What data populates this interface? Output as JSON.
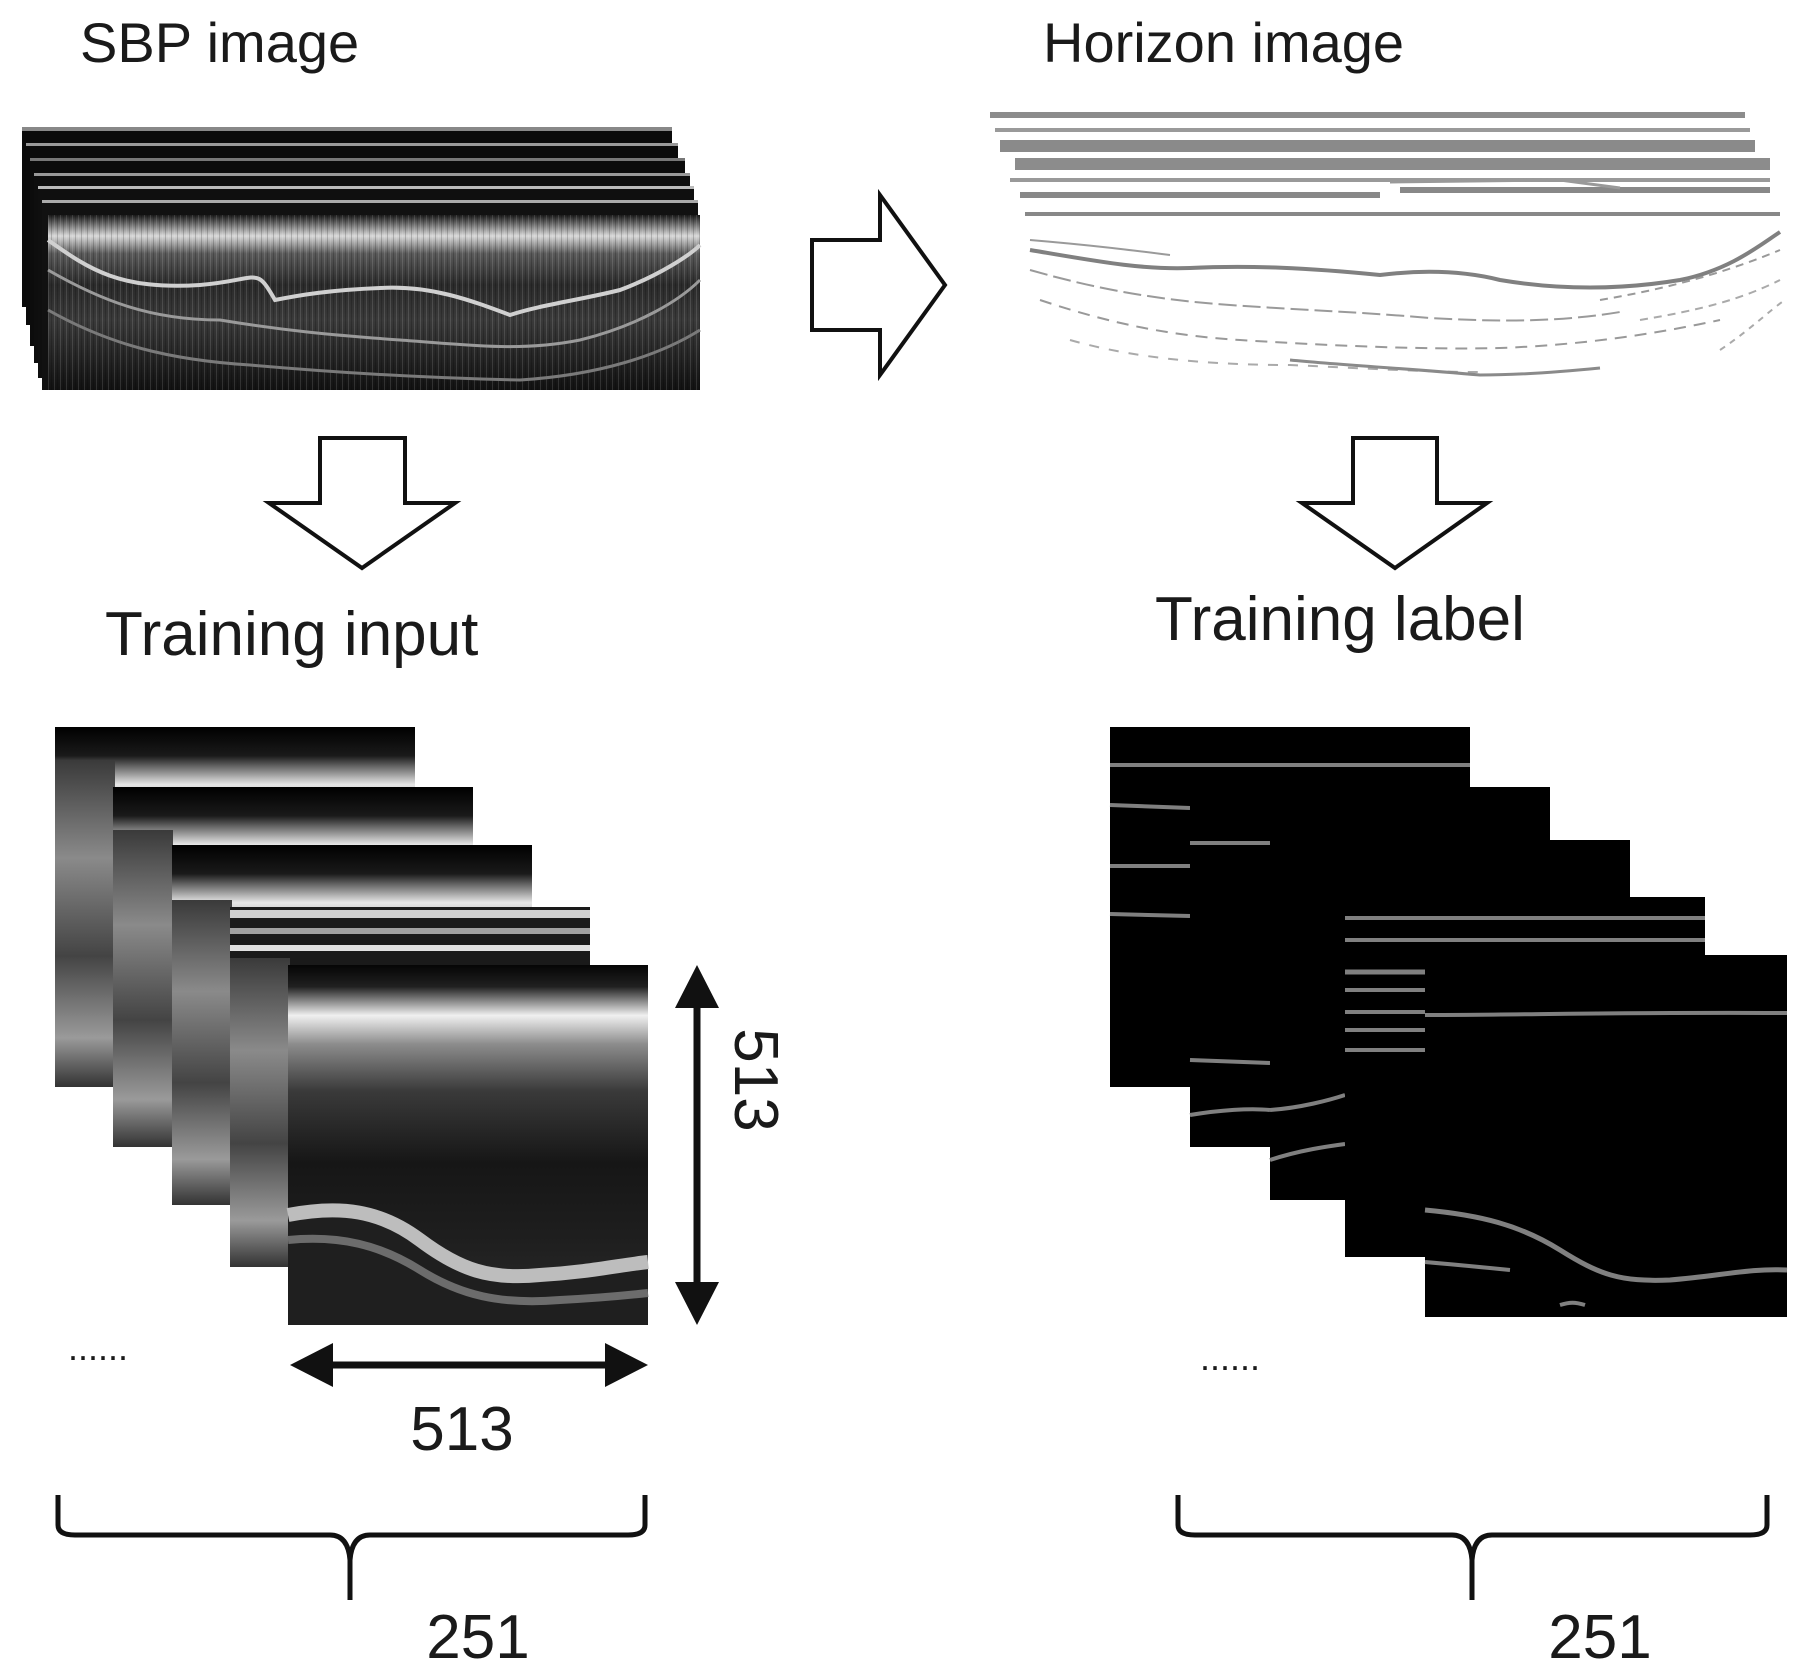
{
  "labels": {
    "sbp": "SBP image",
    "horizon": "Horizon image",
    "training_input": "Training input",
    "training_label": "Training label",
    "ellipsis_left": "......",
    "ellipsis_right": "......",
    "dim_height": "513",
    "dim_width": "513",
    "count_left": "251",
    "count_right": "251"
  },
  "colors": {
    "background": "#ffffff",
    "text": "#1a1a1a",
    "arrow_stroke": "#111111",
    "image_dark": "#000000",
    "horizon_line": "#808080"
  }
}
